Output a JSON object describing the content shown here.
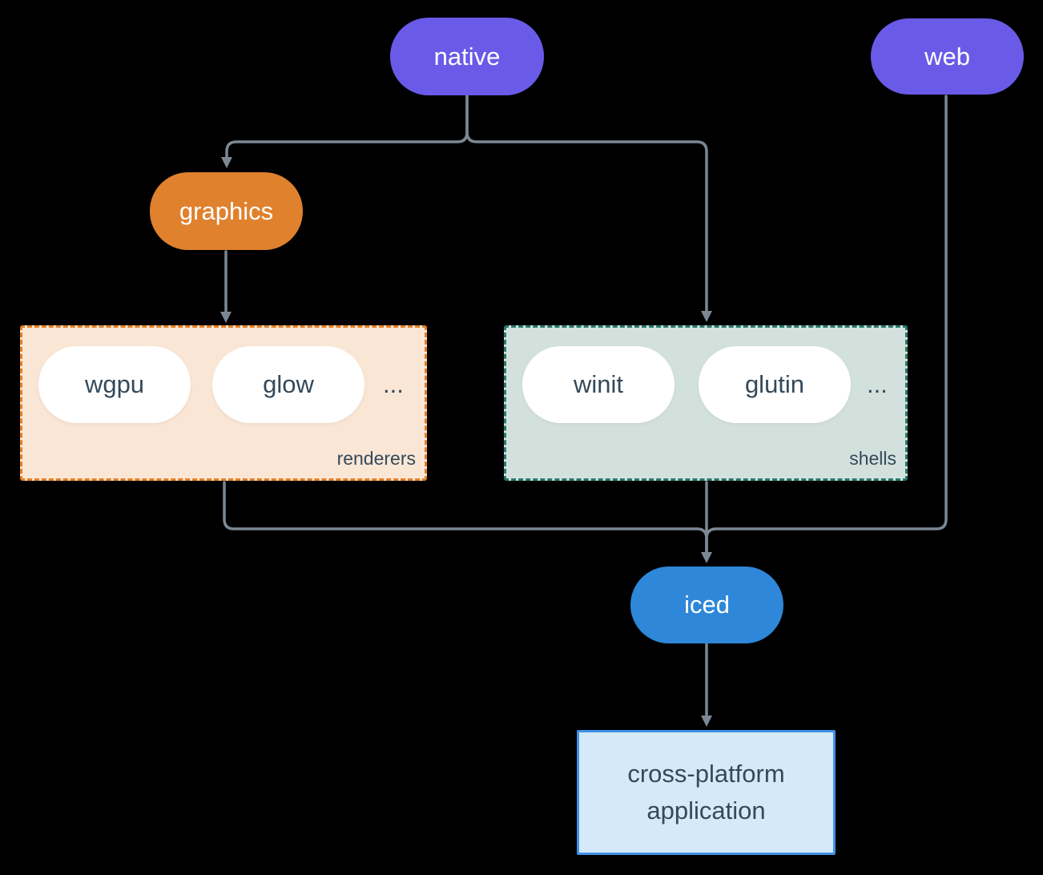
{
  "nodes": {
    "native": {
      "label": "native",
      "fill": "#6a5ae8",
      "text_color": "#ffffff"
    },
    "web": {
      "label": "web",
      "fill": "#6a5ae8",
      "text_color": "#ffffff"
    },
    "graphics": {
      "label": "graphics",
      "fill": "#e0812e",
      "text_color": "#ffffff"
    },
    "iced": {
      "label": "iced",
      "fill": "#2e87d8",
      "text_color": "#ffffff"
    },
    "application": {
      "line1": "cross-platform",
      "line2": "application",
      "fill": "#d6e9f9",
      "border": "#4090e5",
      "text_color": "#36495c"
    }
  },
  "groups": {
    "renderers": {
      "label": "renderers",
      "items": [
        {
          "label": "wgpu"
        },
        {
          "label": "glow"
        }
      ],
      "ellipsis": "...",
      "fill": "#fae6d5",
      "border": "#e67e22"
    },
    "shells": {
      "label": "shells",
      "items": [
        {
          "label": "winit"
        },
        {
          "label": "glutin"
        }
      ],
      "ellipsis": "...",
      "fill": "#d3e1dd",
      "border": "#26796c"
    }
  },
  "edges": [
    {
      "from": "native",
      "to": "graphics"
    },
    {
      "from": "native",
      "to": "shells"
    },
    {
      "from": "graphics",
      "to": "renderers"
    },
    {
      "from": "renderers",
      "to": "iced"
    },
    {
      "from": "shells",
      "to": "iced"
    },
    {
      "from": "web",
      "to": "iced"
    },
    {
      "from": "iced",
      "to": "application"
    }
  ],
  "style": {
    "background": "#000000",
    "edge_color": "#7b8894",
    "item_pill_fill": "#ffffff",
    "item_text_color": "#33495a",
    "group_label_color": "#33495a"
  }
}
